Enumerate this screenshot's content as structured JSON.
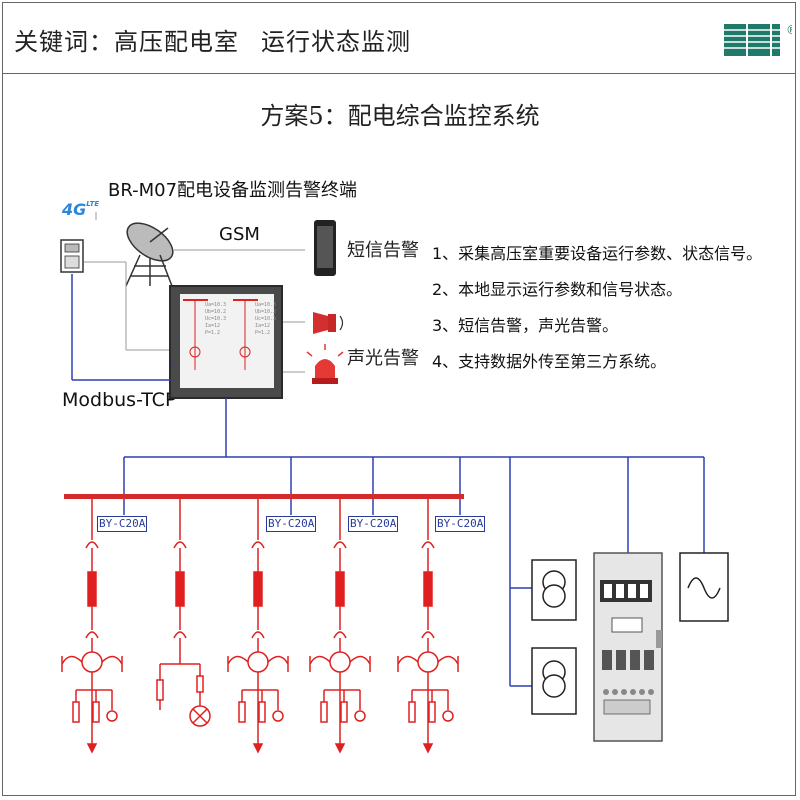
{
  "header": {
    "keywords_prefix": "关键词：",
    "keywords_main": "高压配电室",
    "keywords_secondary": "运行状态监测",
    "logo_text": "BRI",
    "logo_mark": "®"
  },
  "scheme_title": "方案5：配电综合监控系统",
  "terminal_title": "BR-M07配电设备监测告警终端",
  "gsm_label": "GSM",
  "lte_label": {
    "main": "4G",
    "sub": "LTE"
  },
  "alarms": {
    "sms": "短信告警",
    "sound_light": "声光告警"
  },
  "features": [
    "1、采集高压室重要设备运行参数、状态信号。",
    "2、本地显示运行参数和信号状态。",
    "3、短信告警，声光告警。",
    "4、支持数据外传至第三方系统。"
  ],
  "modbus_label": "Modbus-TCP",
  "device_labels": [
    "BY-C20A",
    "BY-C20A",
    "BY-C20A",
    "BY-C20A"
  ],
  "colors": {
    "busbar": "#d42a2a",
    "comm_line": "#2b3fb5",
    "equipment": "#e02020",
    "device_label": "#2a3a9a"
  }
}
